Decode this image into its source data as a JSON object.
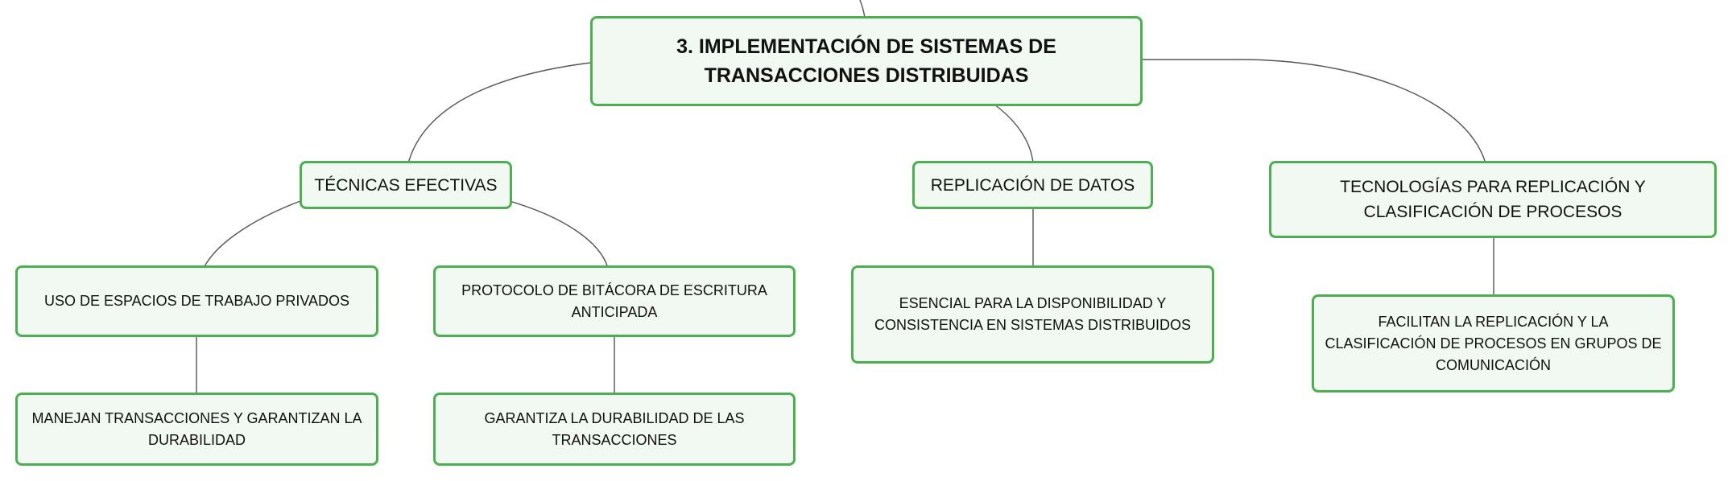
{
  "colors": {
    "node_border": "#4caf50",
    "node_fill": "#f2f8f2",
    "connector": "#555555"
  },
  "root": {
    "text": "3. IMPLEMENTACIÓN DE SISTEMAS DE TRANSACCIONES DISTRIBUIDAS"
  },
  "branches": [
    {
      "label": "TÉCNICAS EFECTIVAS",
      "children": [
        {
          "label": "USO DE ESPACIOS DE TRABAJO PRIVADOS",
          "detail": "MANEJAN TRANSACCIONES Y GARANTIZAN LA DURABILIDAD"
        },
        {
          "label": "PROTOCOLO DE BITÁCORA DE ESCRITURA ANTICIPADA",
          "detail": "GARANTIZA LA DURABILIDAD DE LAS TRANSACCIONES"
        }
      ]
    },
    {
      "label": "REPLICACIÓN DE DATOS",
      "detail": "ESENCIAL PARA LA DISPONIBILIDAD Y CONSISTENCIA EN SISTEMAS DISTRIBUIDOS"
    },
    {
      "label": "TECNOLOGÍAS PARA REPLICACIÓN Y CLASIFICACIÓN DE PROCESOS",
      "detail": "FACILITAN LA REPLICACIÓN Y LA CLASIFICACIÓN DE PROCESOS EN GRUPOS DE COMUNICACIÓN"
    }
  ]
}
